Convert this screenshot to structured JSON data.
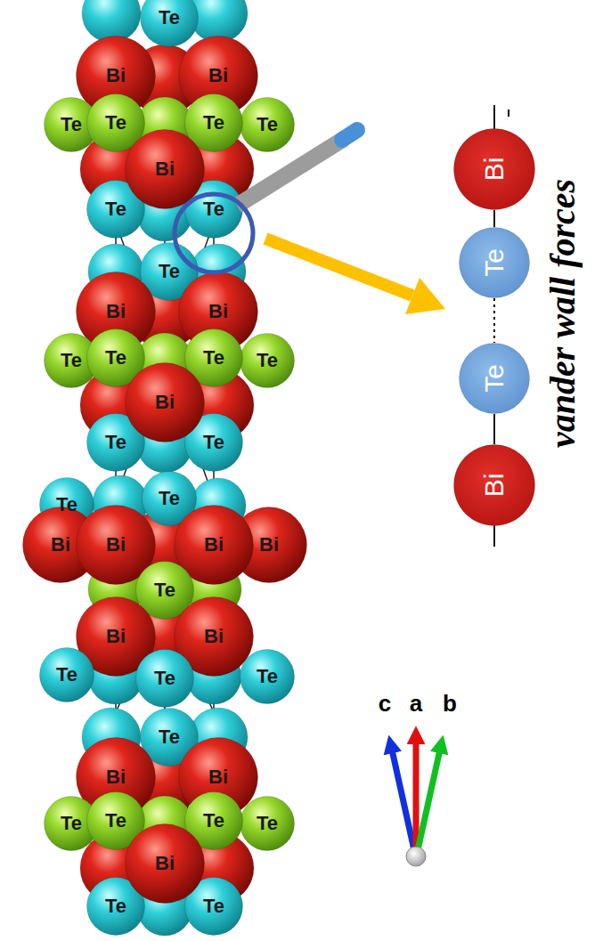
{
  "diagram": {
    "nodes": [
      {
        "text": [
          "Te"
        ]
      },
      {
        "text": [
          "Bi"
        ]
      },
      {
        "text": [
          "Bi"
        ]
      },
      {
        "text": [
          "Te"
        ]
      },
      {
        "text": [
          "Te"
        ]
      },
      {
        "text": [
          "Te"
        ]
      },
      {
        "text": [
          "Te"
        ]
      },
      {
        "text": [
          "Te"
        ]
      },
      {
        "text": [
          "Te"
        ]
      },
      {
        "text": [
          "Bi"
        ]
      },
      {
        "text": [
          "Te"
        ]
      },
      {
        "text": [
          "Bi"
        ]
      },
      {
        "text": [
          "Bi"
        ]
      },
      {
        "text": [
          "Te"
        ]
      },
      {
        "text": [
          "Te"
        ]
      },
      {
        "text": [
          "Te"
        ]
      },
      {
        "text": [
          "Te"
        ]
      },
      {
        "text": [
          "Te"
        ]
      },
      {
        "text": [
          "Te"
        ]
      },
      {
        "text": [
          "Bi"
        ]
      },
      {
        "text": [
          "Te"
        ]
      },
      {
        "text": [
          "Te"
        ]
      },
      {
        "text": [
          "Bi"
        ]
      },
      {
        "text": [
          "Bi"
        ]
      },
      {
        "text": [
          "Bi"
        ]
      },
      {
        "text": [
          "Bi"
        ]
      },
      {
        "text": [
          "Te"
        ]
      },
      {
        "text": [
          "Bi"
        ]
      },
      {
        "text": [
          "Bi"
        ]
      },
      {
        "text": [
          "Te"
        ]
      },
      {
        "text": [
          "Te"
        ]
      },
      {
        "text": [
          "Te"
        ]
      },
      {
        "text": [
          "Te"
        ]
      },
      {
        "text": [
          "Bi"
        ]
      },
      {
        "text": [
          "Bi"
        ]
      },
      {
        "text": [
          "Te"
        ]
      },
      {
        "text": [
          "Te"
        ]
      },
      {
        "text": [
          "Te"
        ]
      },
      {
        "text": [
          "Te"
        ]
      },
      {
        "text": [
          "Te"
        ]
      },
      {
        "text": [
          "Te"
        ]
      },
      {
        "text": [
          "Bi"
        ]
      },
      {
        "text": [
          "Bi"
        ]
      },
      {
        "text": [
          "Te"
        ]
      },
      {
        "text": [
          "Te"
        ]
      },
      {
        "text": [
          "Bi"
        ]
      }
    ],
    "edges": [
      {
        "from": 42,
        "to": 43,
        "arrow": "none"
      },
      {
        "from": 43,
        "to": 44,
        "arrow": "none"
      },
      {
        "from": 44,
        "to": 45,
        "arrow": "none"
      }
    ],
    "labels": [
      "vander wall forces",
      "c",
      "a",
      "b"
    ]
  }
}
